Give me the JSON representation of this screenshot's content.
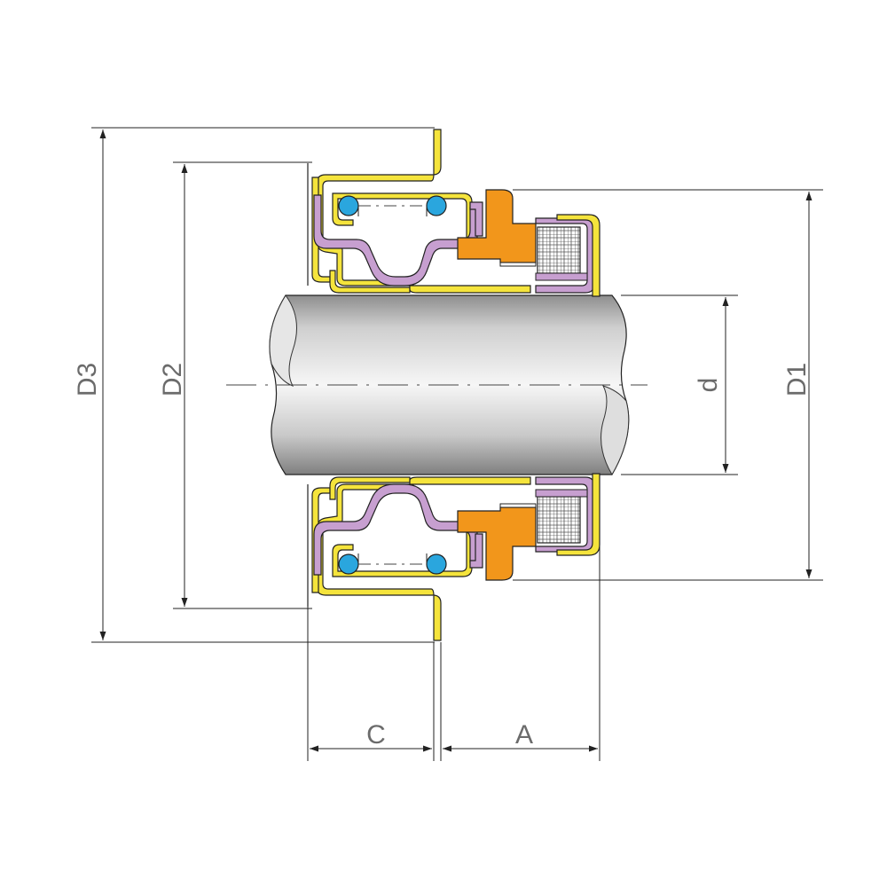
{
  "labels": {
    "d3": "D3",
    "d2": "D2",
    "d1": "D1",
    "d": "d",
    "c": "C",
    "a": "A"
  },
  "colors": {
    "case": "#f5e43c",
    "bellows": "#c79fd0",
    "seat": "#f2961b",
    "ring": "#2aa6de",
    "shaft_light": "#f4f4f4",
    "shaft_dark": "#8d8d8d",
    "line": "#222222",
    "label": "#6b6b6b"
  },
  "icons": {
    "spring": "o-ring-icon",
    "face": "carbon-face-icon"
  }
}
